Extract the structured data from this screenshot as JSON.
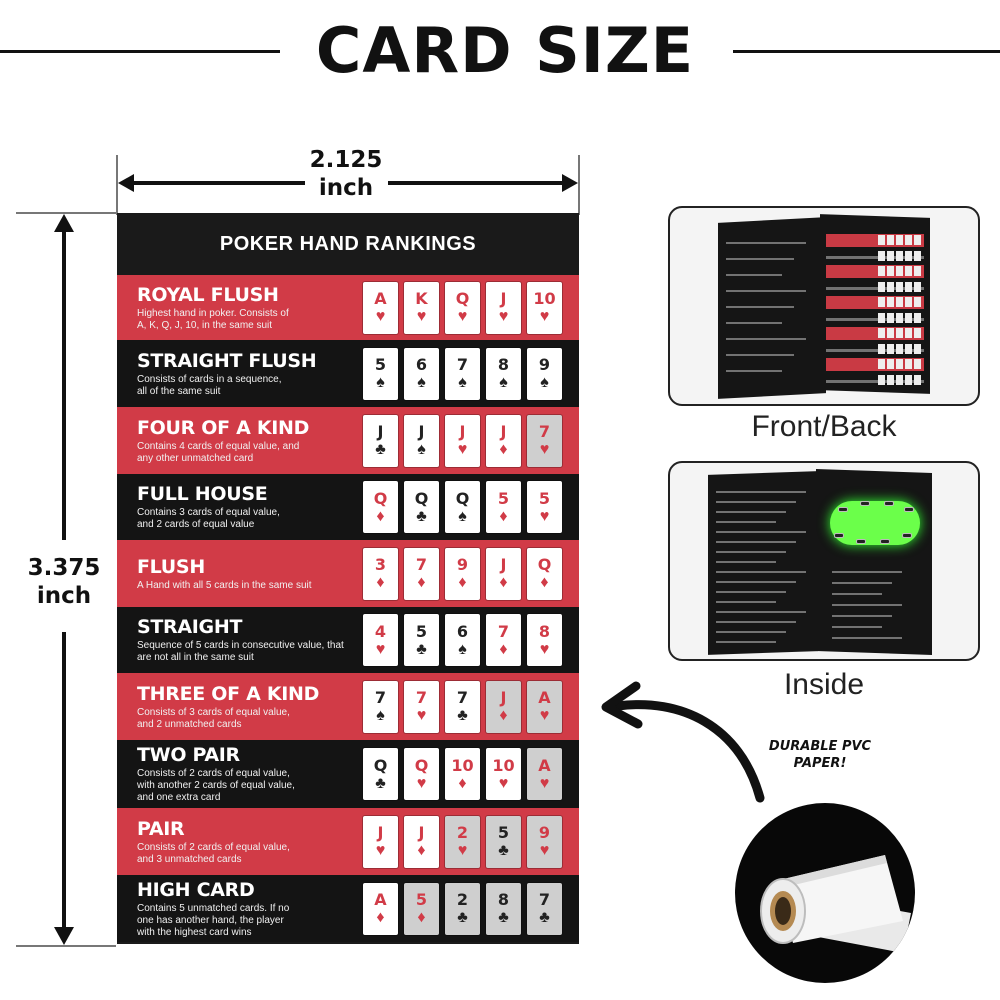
{
  "header": {
    "title": "CARD SIZE"
  },
  "dimensions": {
    "width_value": "2.125",
    "width_unit": "inch",
    "height_value": "3.375",
    "height_unit": "inch"
  },
  "card": {
    "title": "POKER HAND RANKINGS",
    "rows": [
      {
        "name": "ROYAL FLUSH",
        "desc_1": "Highest hand in poker. Consists of",
        "desc_2": "A, K, Q, J, 10, in the same suit",
        "desc_3": "",
        "color": "red",
        "cards": [
          {
            "rank": "A",
            "suit": "♥",
            "red": true,
            "dim": false
          },
          {
            "rank": "K",
            "suit": "♥",
            "red": true,
            "dim": false
          },
          {
            "rank": "Q",
            "suit": "♥",
            "red": true,
            "dim": false
          },
          {
            "rank": "J",
            "suit": "♥",
            "red": true,
            "dim": false
          },
          {
            "rank": "10",
            "suit": "♥",
            "red": true,
            "dim": false
          }
        ]
      },
      {
        "name": "STRAIGHT FLUSH",
        "desc_1": "Consists of cards in a sequence,",
        "desc_2": "all of the same suit",
        "desc_3": "",
        "color": "black",
        "cards": [
          {
            "rank": "5",
            "suit": "♠",
            "red": false,
            "dim": false
          },
          {
            "rank": "6",
            "suit": "♠",
            "red": false,
            "dim": false
          },
          {
            "rank": "7",
            "suit": "♠",
            "red": false,
            "dim": false
          },
          {
            "rank": "8",
            "suit": "♠",
            "red": false,
            "dim": false
          },
          {
            "rank": "9",
            "suit": "♠",
            "red": false,
            "dim": false
          }
        ]
      },
      {
        "name": "FOUR OF A KIND",
        "desc_1": "Contains 4 cards of equal value, and",
        "desc_2": "any other unmatched card",
        "desc_3": "",
        "color": "red",
        "cards": [
          {
            "rank": "J",
            "suit": "♣",
            "red": false,
            "dim": false
          },
          {
            "rank": "J",
            "suit": "♠",
            "red": false,
            "dim": false
          },
          {
            "rank": "J",
            "suit": "♥",
            "red": true,
            "dim": false
          },
          {
            "rank": "J",
            "suit": "♦",
            "red": true,
            "dim": false
          },
          {
            "rank": "7",
            "suit": "♥",
            "red": true,
            "dim": true
          }
        ]
      },
      {
        "name": "FULL HOUSE",
        "desc_1": "Contains 3 cards of equal value,",
        "desc_2": "and 2 cards of equal value",
        "desc_3": "",
        "color": "black",
        "cards": [
          {
            "rank": "Q",
            "suit": "♦",
            "red": true,
            "dim": false
          },
          {
            "rank": "Q",
            "suit": "♣",
            "red": false,
            "dim": false
          },
          {
            "rank": "Q",
            "suit": "♠",
            "red": false,
            "dim": false
          },
          {
            "rank": "5",
            "suit": "♦",
            "red": true,
            "dim": false
          },
          {
            "rank": "5",
            "suit": "♥",
            "red": true,
            "dim": false
          }
        ]
      },
      {
        "name": "FLUSH",
        "desc_1": "A Hand with all 5 cards in the same suit",
        "desc_2": "",
        "desc_3": "",
        "color": "red",
        "cards": [
          {
            "rank": "3",
            "suit": "♦",
            "red": true,
            "dim": false
          },
          {
            "rank": "7",
            "suit": "♦",
            "red": true,
            "dim": false
          },
          {
            "rank": "9",
            "suit": "♦",
            "red": true,
            "dim": false
          },
          {
            "rank": "J",
            "suit": "♦",
            "red": true,
            "dim": false
          },
          {
            "rank": "Q",
            "suit": "♦",
            "red": true,
            "dim": false
          }
        ]
      },
      {
        "name": "STRAIGHT",
        "desc_1": "Sequence of 5 cards in consecutive value, that",
        "desc_2": "are not all in the same suit",
        "desc_3": "",
        "color": "black",
        "cards": [
          {
            "rank": "4",
            "suit": "♥",
            "red": true,
            "dim": false
          },
          {
            "rank": "5",
            "suit": "♣",
            "red": false,
            "dim": false
          },
          {
            "rank": "6",
            "suit": "♠",
            "red": false,
            "dim": false
          },
          {
            "rank": "7",
            "suit": "♦",
            "red": true,
            "dim": false
          },
          {
            "rank": "8",
            "suit": "♥",
            "red": true,
            "dim": false
          }
        ]
      },
      {
        "name": "THREE OF A KIND",
        "desc_1": "Consists of 3 cards of equal value,",
        "desc_2": "and 2 unmatched cards",
        "desc_3": "",
        "color": "red",
        "cards": [
          {
            "rank": "7",
            "suit": "♠",
            "red": false,
            "dim": false
          },
          {
            "rank": "7",
            "suit": "♥",
            "red": true,
            "dim": false
          },
          {
            "rank": "7",
            "suit": "♣",
            "red": false,
            "dim": false
          },
          {
            "rank": "J",
            "suit": "♦",
            "red": true,
            "dim": true
          },
          {
            "rank": "A",
            "suit": "♥",
            "red": true,
            "dim": true
          }
        ]
      },
      {
        "name": "TWO PAIR",
        "desc_1": "Consists of 2 cards of equal value,",
        "desc_2": "with another 2 cards of equal value,",
        "desc_3": "and one extra card",
        "color": "black",
        "cards": [
          {
            "rank": "Q",
            "suit": "♣",
            "red": false,
            "dim": false
          },
          {
            "rank": "Q",
            "suit": "♥",
            "red": true,
            "dim": false
          },
          {
            "rank": "10",
            "suit": "♦",
            "red": true,
            "dim": false
          },
          {
            "rank": "10",
            "suit": "♥",
            "red": true,
            "dim": false
          },
          {
            "rank": "A",
            "suit": "♥",
            "red": true,
            "dim": true
          }
        ]
      },
      {
        "name": "PAIR",
        "desc_1": "Consists of 2 cards of equal value,",
        "desc_2": "and 3 unmatched cards",
        "desc_3": "",
        "color": "red",
        "cards": [
          {
            "rank": "J",
            "suit": "♥",
            "red": true,
            "dim": false
          },
          {
            "rank": "J",
            "suit": "♦",
            "red": true,
            "dim": false
          },
          {
            "rank": "2",
            "suit": "♥",
            "red": true,
            "dim": true
          },
          {
            "rank": "5",
            "suit": "♣",
            "red": false,
            "dim": true
          },
          {
            "rank": "9",
            "suit": "♥",
            "red": true,
            "dim": true
          }
        ]
      },
      {
        "name": "HIGH CARD",
        "desc_1": "Contains 5 unmatched cards. If no",
        "desc_2": "one has another hand, the player",
        "desc_3": "with the highest card wins",
        "color": "black",
        "cards": [
          {
            "rank": "A",
            "suit": "♦",
            "red": true,
            "dim": false
          },
          {
            "rank": "5",
            "suit": "♦",
            "red": true,
            "dim": true
          },
          {
            "rank": "2",
            "suit": "♣",
            "red": false,
            "dim": true
          },
          {
            "rank": "8",
            "suit": "♣",
            "red": false,
            "dim": true
          },
          {
            "rank": "7",
            "suit": "♣",
            "red": false,
            "dim": true
          }
        ]
      }
    ]
  },
  "thumbnails": {
    "front_label": "Front/Back",
    "inside_label": "Inside"
  },
  "callout": {
    "line_1": "DURABLE PVC",
    "line_2": "PAPER!"
  },
  "colors": {
    "accent_red": "#d13b47",
    "card_black": "#141414",
    "table_green": "#6bff4a"
  }
}
